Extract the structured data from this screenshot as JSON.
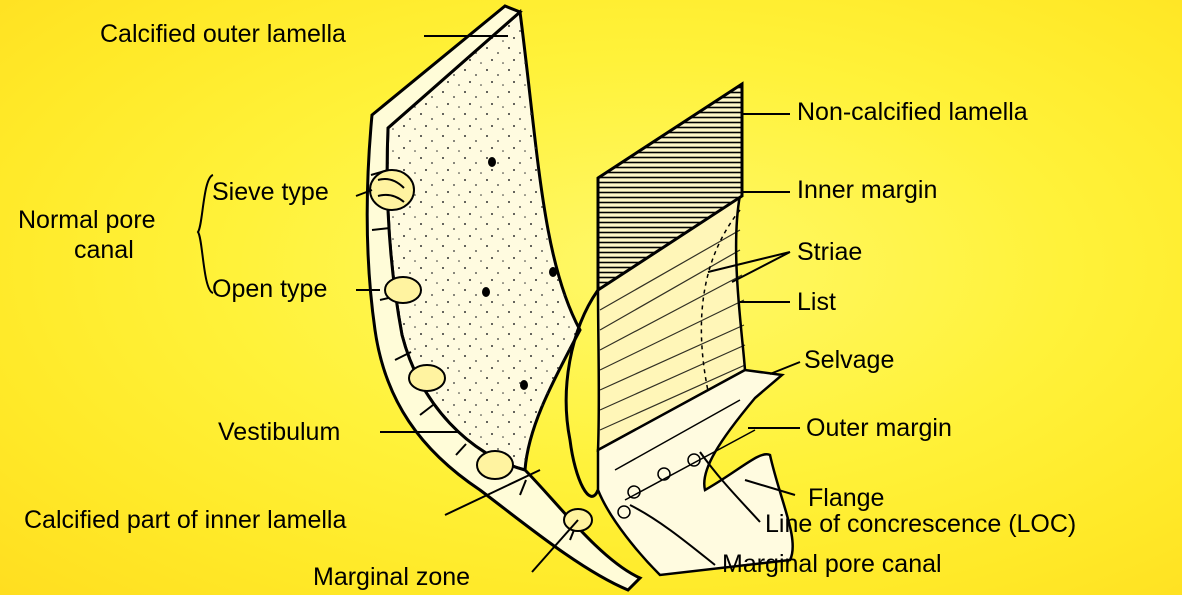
{
  "diagram": {
    "labels": {
      "calcified_outer_lamella": "Calcified outer lamella",
      "non_calcified_lamella": "Non-calcified lamella",
      "normal_pore_canal_line1": "Normal pore",
      "normal_pore_canal_line2": "canal",
      "sieve_type": "Sieve type",
      "open_type": "Open type",
      "inner_margin": "Inner margin",
      "striae": "Striae",
      "list": "List",
      "selvage": "Selvage",
      "vestibulum": "Vestibulum",
      "outer_margin": "Outer margin",
      "flange": "Flange",
      "line_of_concrescence": "Line of concrescence (LOC)",
      "calcified_part_inner_lamella": "Calcified part of inner lamella",
      "marginal_pore_canal": "Marginal pore canal",
      "marginal_zone": "Marginal zone"
    },
    "colors": {
      "background": "#fff23a",
      "ink": "#000000"
    }
  }
}
